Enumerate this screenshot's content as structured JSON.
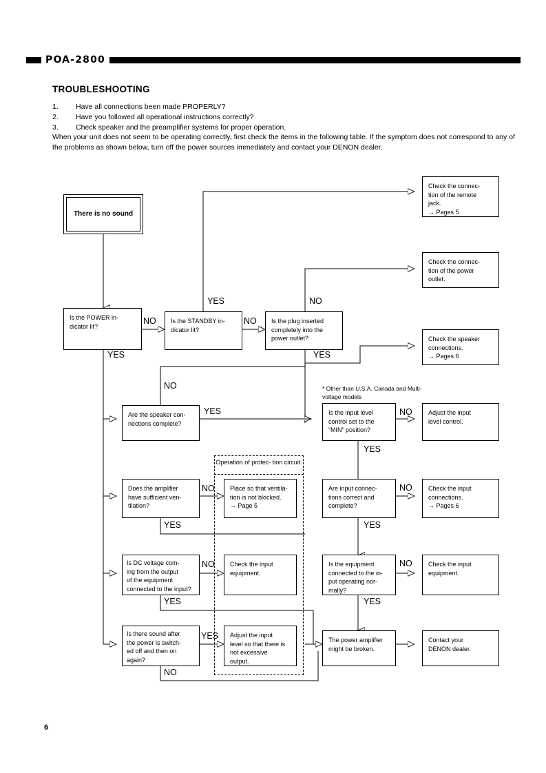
{
  "header": {
    "model": "POA-2800"
  },
  "page_number": "6",
  "section": {
    "title": "TROUBLESHOOTING",
    "numbered_items": [
      {
        "num": "1.",
        "text": "Have all connections been made PROPERLY?"
      },
      {
        "num": "2.",
        "text": "Have you followed all operational instructions correctly?"
      },
      {
        "num": "3.",
        "text": "Check speaker and the preamplifier systems for proper operation."
      }
    ],
    "paragraph": "When your unit does not seem to be operating correctly, first check the items in the following table. If the symptom does not correspond to any of the problems as shown below, turn off the power sources immediately and contact your DENON dealer."
  },
  "flowchart": {
    "start": {
      "label": "There is no sound"
    },
    "decisions": {
      "power_indicator": [
        "Is the POWER in-",
        "dicator lit?"
      ],
      "standby_indicator": [
        "Is the STANDBY in-",
        "dicator lit?"
      ],
      "plug_inserted": [
        "Is the plug inserted",
        "completely into the",
        "power outlet?"
      ],
      "speaker_connections": [
        "Are the speaker con-",
        "nections complete?"
      ],
      "ventilation": [
        "Does the amplifier",
        "have sufficient ven-",
        "tilation?"
      ],
      "dc_voltage": [
        "Is DC voltage com-",
        "ing from the output",
        "of the equipment",
        "connected to the  input?"
      ],
      "sound_after_cycle": [
        "Is there sound after",
        "the power is switch-",
        "ed off and then on",
        "again?"
      ],
      "input_level_min": [
        "Is the input level",
        "control set to the",
        "“MIN” position?"
      ],
      "input_connections": [
        "Are input connec-",
        "tions correct and",
        "complete?"
      ],
      "equipment_normal": [
        "Is the equipment",
        "connected to the in-",
        "put operating nor-",
        "mally?"
      ]
    },
    "actions": {
      "check_remote_jack": [
        "Check the connec-",
        "tion of the remote",
        "jack.",
        "→ Pages 5"
      ],
      "check_power_outlet": [
        "Check the connec-",
        "tion of the power",
        "outlet."
      ],
      "check_speaker_conn": [
        "Check the speaker",
        "connections.",
        "→ Pages 6"
      ],
      "adjust_level_control": [
        "Adjust the input",
        "level control."
      ],
      "check_input_conn": [
        "Check the input",
        "connections.",
        "→ Pages 6"
      ],
      "check_input_equip_1": [
        "Check the input",
        "equipment."
      ],
      "check_input_equip_2": [
        "Check the input",
        "equipment."
      ],
      "place_ventilation": [
        "Place so that ventila-",
        "tion is not blocked.",
        "→ Page  5"
      ],
      "adjust_input_level": [
        "Adjust the input",
        "level so that there is",
        "not excessive",
        "output."
      ],
      "amp_broken": [
        "The power amplifier",
        "might be broken."
      ],
      "contact_dealer": [
        "Contact your",
        "DENON dealer."
      ]
    },
    "groups": {
      "protection_circuit": [
        "Operation of protec-",
        "tion circuit."
      ]
    },
    "footnote": [
      "* Other than U.S.A. Canada",
      "  and Multi-voltage models"
    ],
    "edge_labels": {
      "power_no": "NO",
      "power_yes": "YES",
      "standby_yes": "YES",
      "standby_no": "NO",
      "plug_no": "NO",
      "plug_yes": "YES",
      "speaker_no": "NO",
      "speaker_yes": "YES",
      "vent_no": "NO",
      "vent_yes": "YES",
      "dc_no": "NO",
      "dc_yes": "YES",
      "cycle_yes": "YES",
      "cycle_no": "NO",
      "level_no": "NO",
      "level_yes": "YES",
      "inputconn_no": "NO",
      "inputconn_yes": "YES",
      "equip_no": "NO",
      "equip_yes": "YES"
    }
  }
}
